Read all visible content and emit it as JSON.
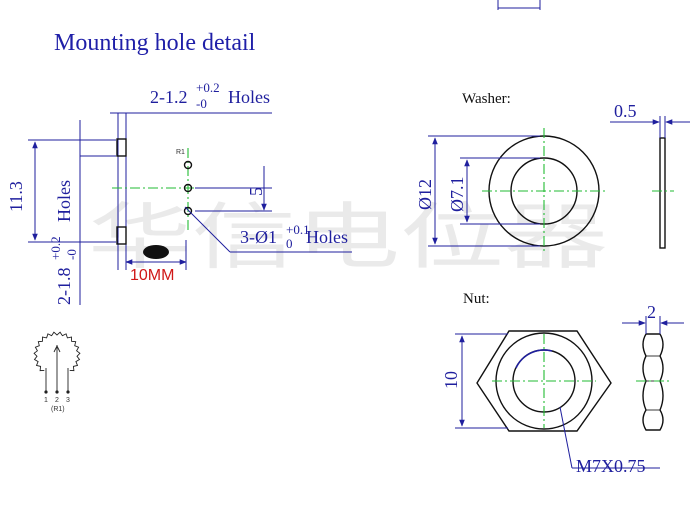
{
  "title": "Mounting hole detail",
  "watermark": "华信电位器",
  "mounting": {
    "holes_label": "2-1.2",
    "holes_tol_upper": "+0.2",
    "holes_tol_lower": "-0",
    "holes_suffix": "Holes",
    "height_dim": "11.3",
    "left_holes_label": "2-1.8",
    "left_tol_upper": "+0.2",
    "left_tol_lower": "-0",
    "left_holes_suffix": "Holes",
    "pin_spacing": "5",
    "pin_holes_label": "3-Ø1",
    "pin_tol_upper": "+0.1",
    "pin_tol_lower": "0",
    "pin_holes_suffix": "Holes",
    "ref_tag": "R1",
    "red_note": "10MM"
  },
  "symbol": {
    "pins": [
      "1",
      "2",
      "3"
    ],
    "ref": "(R1)"
  },
  "washer": {
    "label": "Washer:",
    "outer_dia": "Ø12",
    "inner_dia": "Ø7.1",
    "thickness": "0.5"
  },
  "nut": {
    "label": "Nut:",
    "height": "10",
    "thickness": "2",
    "thread": "M7X0.75"
  },
  "colors": {
    "dimension": "#1f1f9e",
    "centerline": "#22bb33",
    "note": "#d01818"
  }
}
